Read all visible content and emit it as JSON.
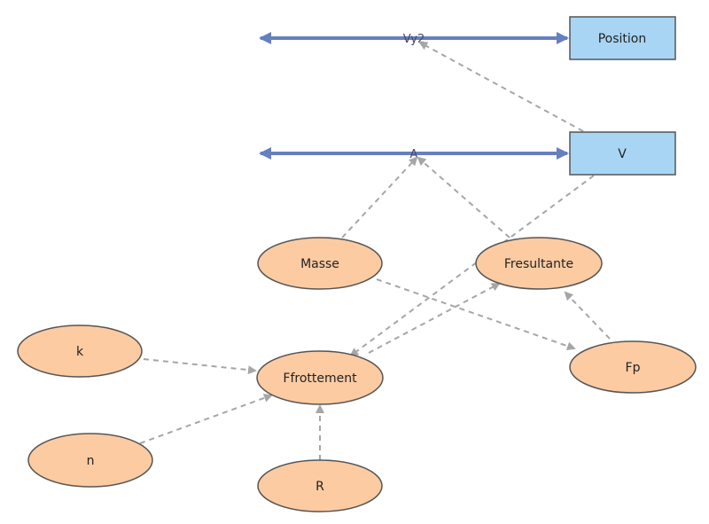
{
  "colors": {
    "stock_fill": "#a9d5f5",
    "stock_stroke": "#555555",
    "variable_fill": "#fccba2",
    "variable_stroke": "#555555",
    "flow": "#6680bf",
    "dependency": "#a6a6a6"
  },
  "stocks": {
    "position": "Position",
    "v": "V"
  },
  "flows": {
    "vy2": "Vy2",
    "a": "A"
  },
  "variables": {
    "masse": "Masse",
    "fresultante": "Fresultante",
    "k": "k",
    "ffrottement": "Ffrottement",
    "fp": "Fp",
    "n": "n",
    "r": "R"
  }
}
